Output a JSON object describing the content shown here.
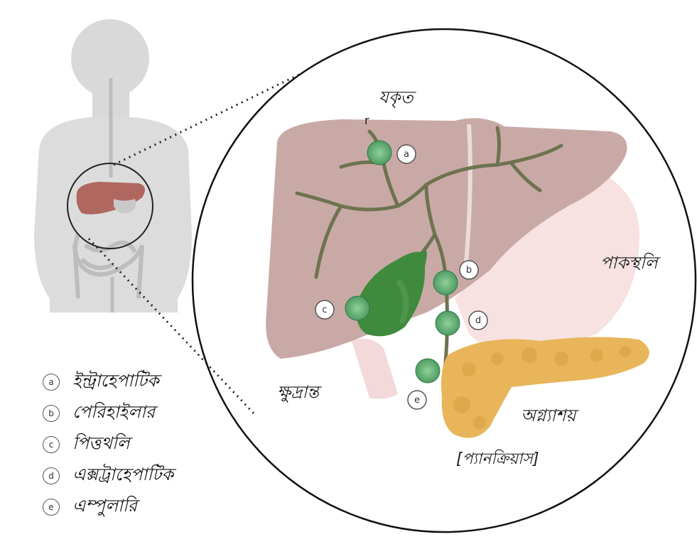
{
  "labels": {
    "liver": "যকৃত",
    "stomach": "পাকস্থলি",
    "small_intestine": "ক্ষুদ্রান্ত",
    "pancreas": "অগ্ন্যাশয়",
    "pancreas_sub": "[প্যানক্রিয়াস]",
    "liver_mark": "r"
  },
  "markers": [
    {
      "id": "a",
      "text": "a"
    },
    {
      "id": "b",
      "text": "b"
    },
    {
      "id": "c",
      "text": "c"
    },
    {
      "id": "d",
      "text": "d"
    },
    {
      "id": "e",
      "text": "e"
    }
  ],
  "legend": [
    {
      "letter": "a",
      "text": "ইন্ট্রাহেপাটিক"
    },
    {
      "letter": "b",
      "text": "পেরিহাইলার"
    },
    {
      "letter": "c",
      "text": "পিত্তথলি"
    },
    {
      "letter": "d",
      "text": "এক্সট্রাহেপাটিক"
    },
    {
      "letter": "e",
      "text": "এম্পুলারি"
    }
  ],
  "colors": {
    "liver": "#c9a9a6",
    "duct": "#6d7350",
    "gallbladder": "#3f8a3c",
    "tumor": "#6fb87f",
    "pancreas": "#e8b55a",
    "stomach": "#f4d6d6",
    "body": "#d9d9d9"
  }
}
